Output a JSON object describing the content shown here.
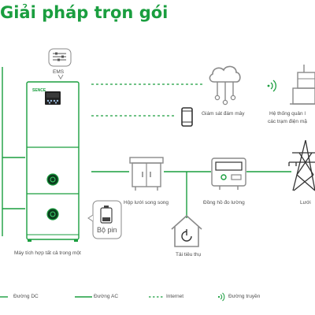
{
  "title": "Giải pháp trọn gói",
  "labels": {
    "ems": "EMS",
    "battery": "Bộ pin",
    "all_in_one": "Máy tích hợp tất cả trong một",
    "cloud": "Giám sát đám mây",
    "mgmt_line1": "Hệ thống quản l",
    "mgmt_line2": "các trạm điện mặ",
    "combiner": "Hộp lưới song song",
    "meter": "Đồng hồ đo lường",
    "grid": "Lưới",
    "load": "Tải tiêu thụ",
    "brand": "SENCE",
    "screen_readout": "88.8"
  },
  "legend": {
    "dc": "Đường DC",
    "ac": "Đường AC",
    "internet": "Internet",
    "wireless": "Đường truyền"
  },
  "colors": {
    "green": "#1a9e3f",
    "gray_icon": "#8a8a8a",
    "text": "#4d4d4d",
    "title": "#1a9e3f"
  },
  "icons": [
    "tower-icon",
    "cloud-network-icon",
    "phone-icon",
    "monitor-tower-icon",
    "wifi-icon",
    "cabinet-icon",
    "meter-icon",
    "transmission-tower-icon",
    "house-icon",
    "battery-icon",
    "ems-icon"
  ]
}
